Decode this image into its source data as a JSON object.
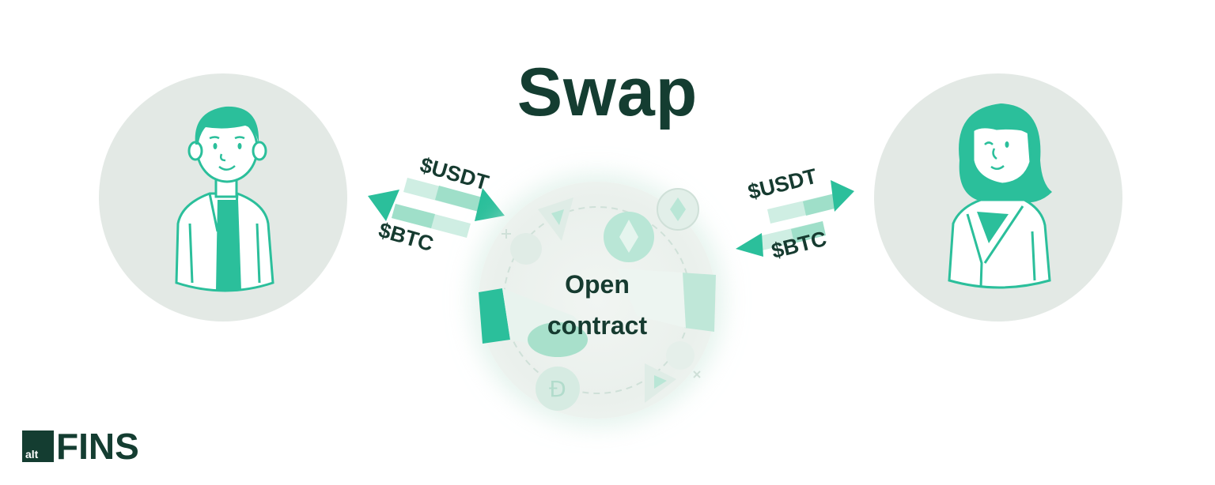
{
  "title": "Swap",
  "left_party": {
    "avatar": "man-avatar"
  },
  "right_party": {
    "avatar": "woman-avatar"
  },
  "left_exchange": {
    "top_label": "$USDT",
    "bottom_label": "$BTC"
  },
  "right_exchange": {
    "top_label": "$USDT",
    "bottom_label": "$BTC"
  },
  "contract": {
    "line1": "Open",
    "line2": "contract"
  },
  "logo": {
    "prefix": "alt",
    "name": "FINS"
  },
  "colors": {
    "accent": "#2bbf9b",
    "dark": "#143d31",
    "circle_bg": "#e3e9e5"
  }
}
